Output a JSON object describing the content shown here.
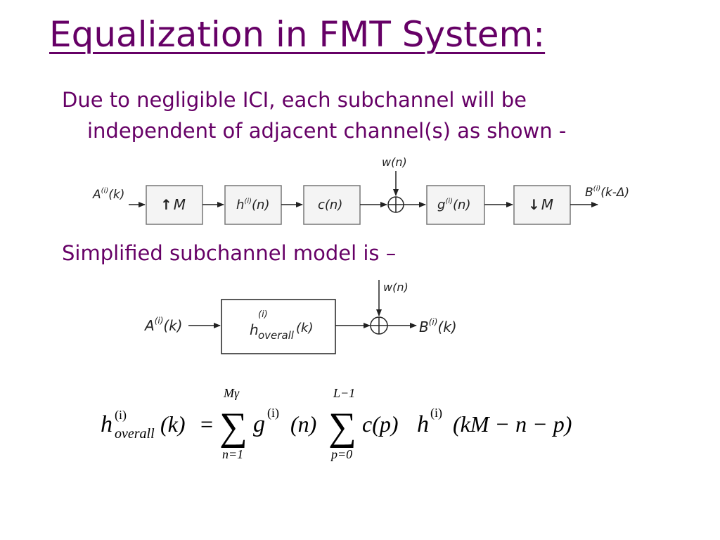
{
  "slide": {
    "title": "Equalization in FMT System:",
    "bullet1_line1": "Due to negligible ICI, each subchannel will be",
    "bullet1_line2": "independent of adjacent channel(s) as shown -",
    "bullet2": "Simplified subchannel model is –"
  },
  "diagram1": {
    "input_label": "A",
    "input_sup": "(i)",
    "input_arg": "(k)",
    "noise_label": "w(n)",
    "blocks": [
      {
        "arrow": "↑",
        "text": "M"
      },
      {
        "arrow": "",
        "text": "h",
        "sup": "(i)",
        "arg": "(n)"
      },
      {
        "arrow": "",
        "text": "c(n)"
      },
      {
        "arrow": "",
        "text": "g",
        "sup": "(i)",
        "arg": "(n)"
      },
      {
        "arrow": "↓",
        "text": "M"
      }
    ],
    "output_label": "B",
    "output_sup": "(i)",
    "output_arg": "(k-Δ)"
  },
  "diagram2": {
    "input_label": "A",
    "input_sup": "(i)",
    "input_arg": "(k)",
    "block_main": "h",
    "block_sup": "(i)",
    "block_sub": "overall",
    "block_arg": "(k)",
    "noise_label": "w(n)",
    "output_label": "B",
    "output_sup": "(i)",
    "output_arg": "(k)"
  },
  "equation": {
    "lhs_h": "h",
    "lhs_sup": "(i)",
    "lhs_sub": "overall",
    "lhs_arg": "(k)",
    "equals": "=",
    "sum1_upper": "Mγ",
    "sum1_lower": "n=1",
    "g": "g",
    "g_sup": "(i)",
    "g_arg": "(n)",
    "sum2_upper": "L−1",
    "sum2_lower": "p=0",
    "c_term": "c(p)",
    "h2": "h",
    "h2_sup": "(i)",
    "h2_arg": "(kM − n − p)",
    "sigma": "∑"
  }
}
